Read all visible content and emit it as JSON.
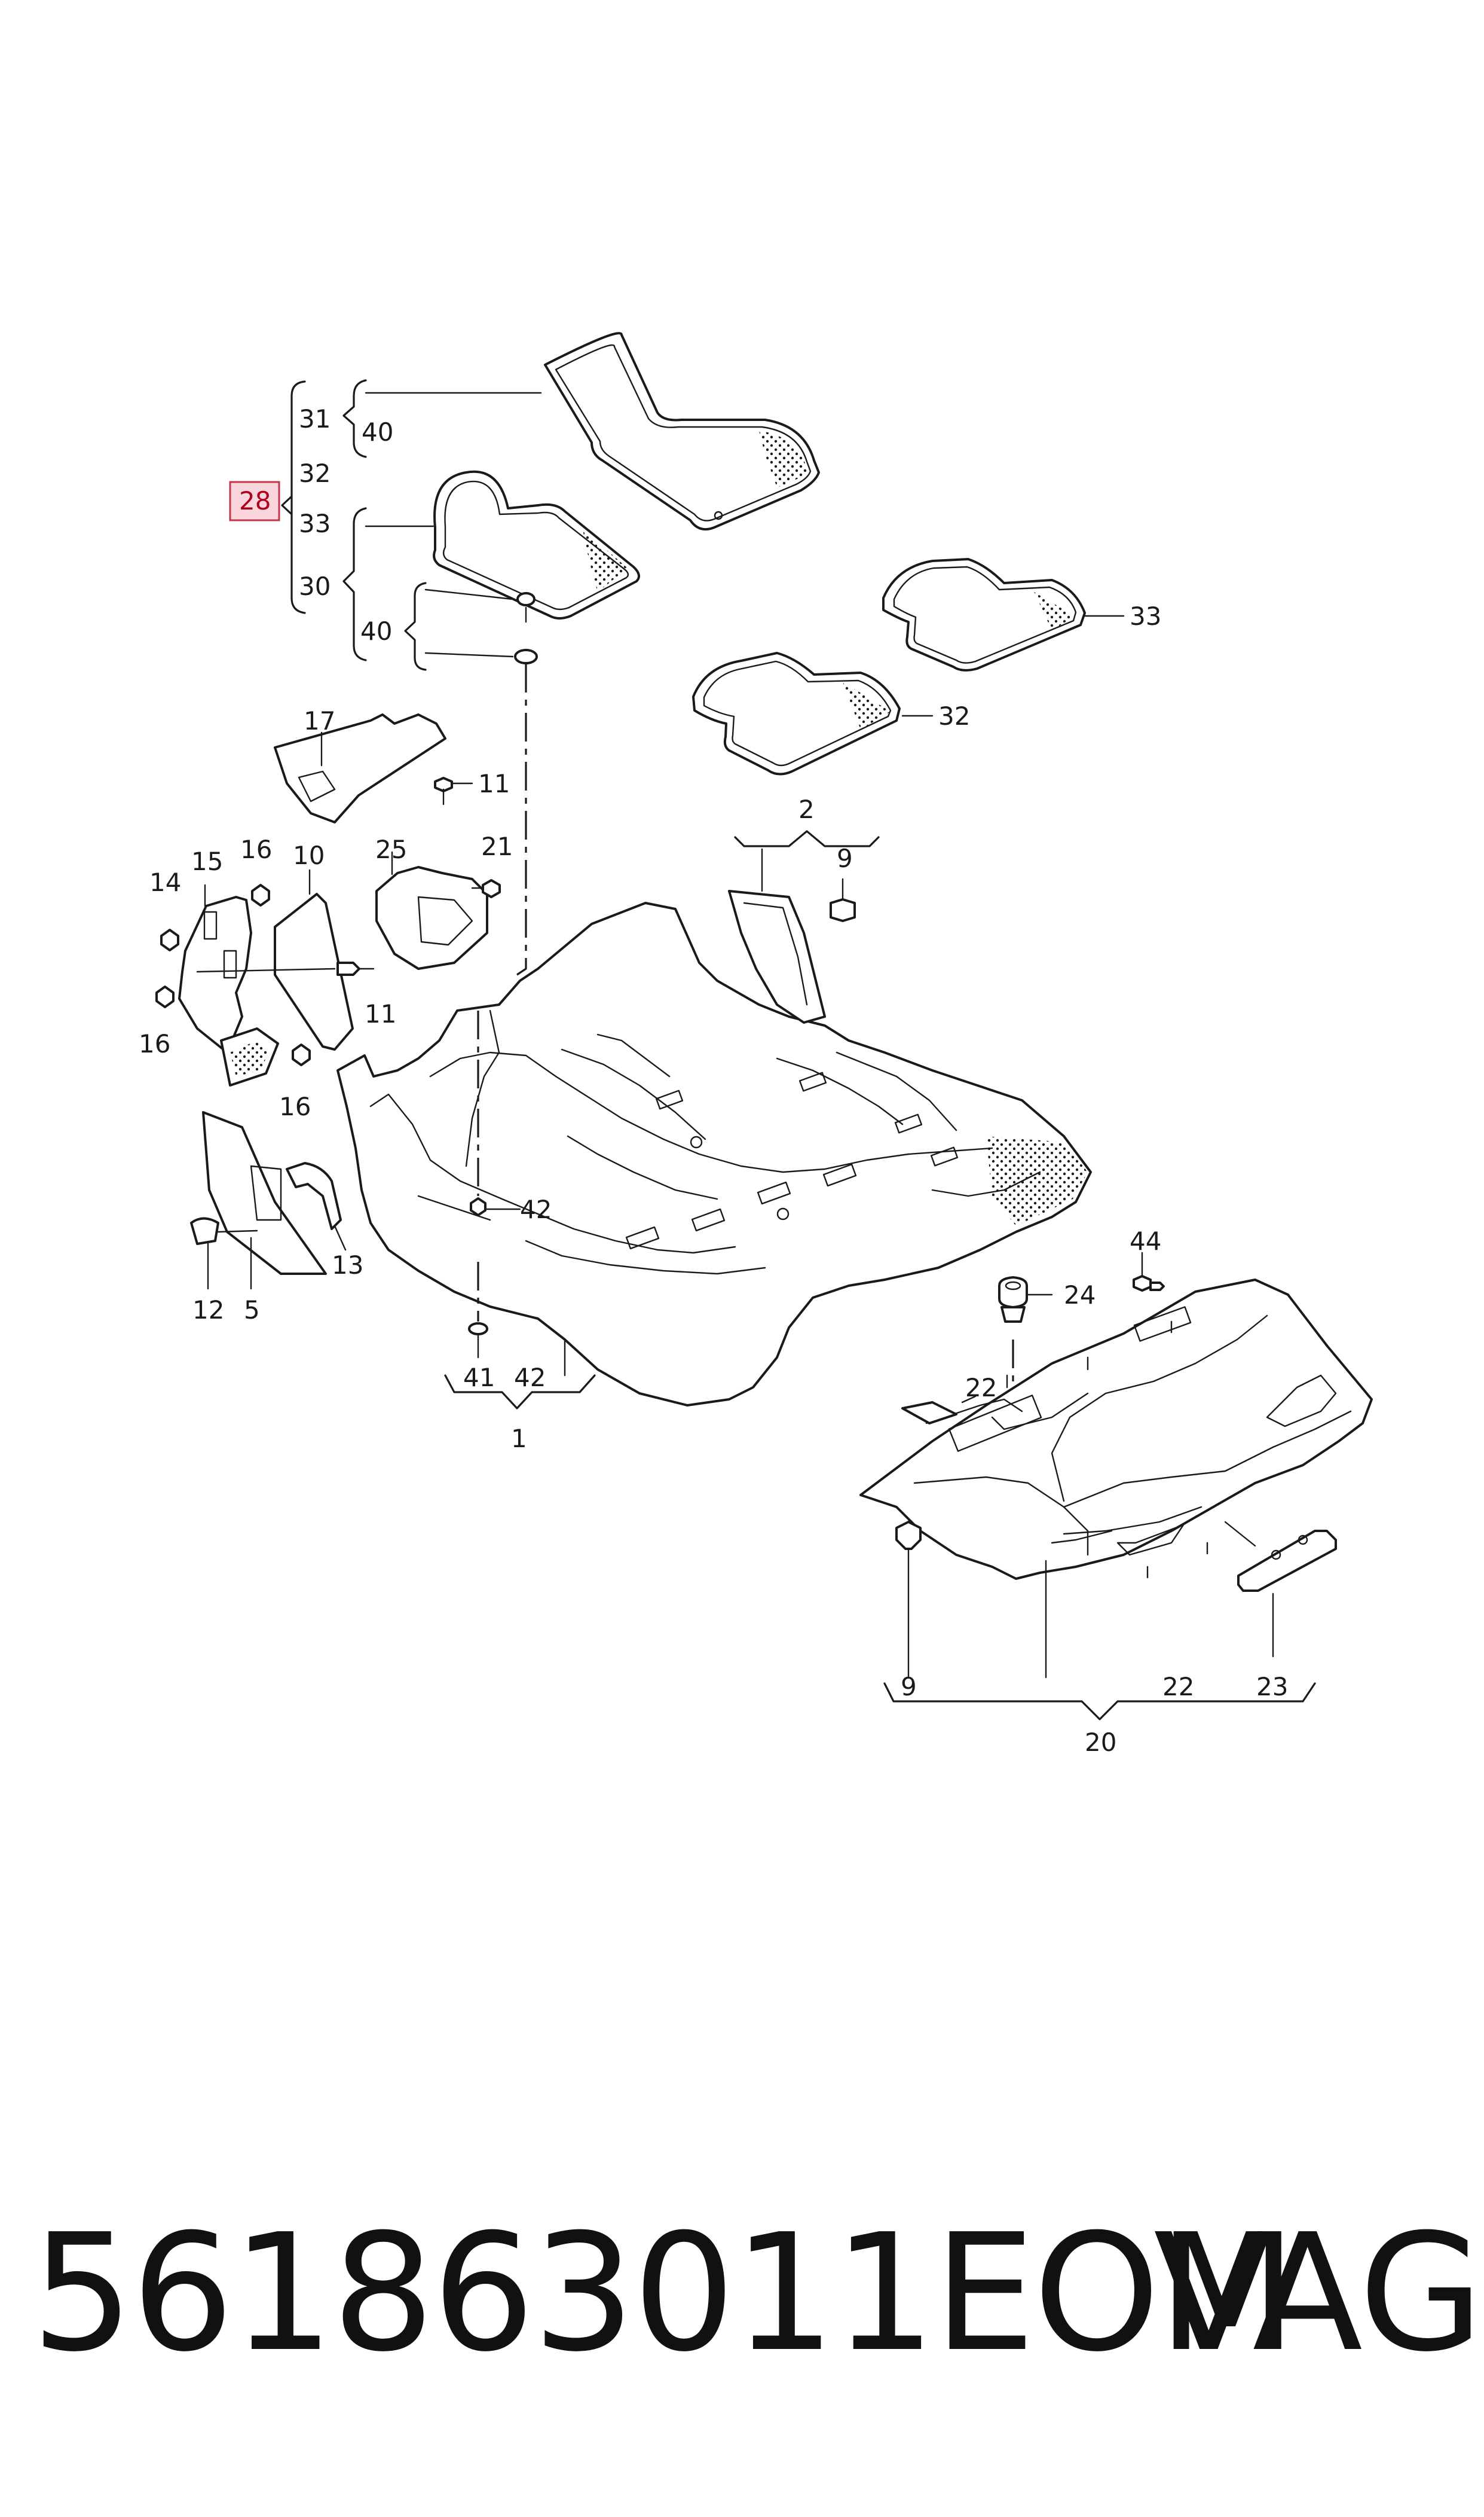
{
  "diagram": {
    "highlighted_label": "28",
    "callouts": {
      "c31": "31",
      "c40a": "40",
      "c32a": "32",
      "c28": "28",
      "c33a": "33",
      "c30": "30",
      "c40b": "40",
      "c33b": "33",
      "c32b": "32",
      "c17": "17",
      "c11a": "11",
      "c16a": "16",
      "c10": "10",
      "c25": "25",
      "c21": "21",
      "c14": "14",
      "c15": "15",
      "c11b": "11",
      "c16b": "16",
      "c16c": "16",
      "c2": "2",
      "c9a": "9",
      "c12": "12",
      "c5": "5",
      "c13": "13",
      "c42a": "42",
      "c41": "41",
      "c42b": "42",
      "c1": "1",
      "c44": "44",
      "c24": "24",
      "c22a": "22",
      "c9b": "9",
      "c22b": "22",
      "c23": "23",
      "c20": "20"
    },
    "colors": {
      "line": "#1a1a1a",
      "highlight_fill": "#f9d6dc",
      "highlight_stroke": "#c2364a",
      "highlight_text": "#b00020"
    }
  },
  "footer": {
    "part_number": "561863011EOM",
    "brand": "VAG"
  }
}
